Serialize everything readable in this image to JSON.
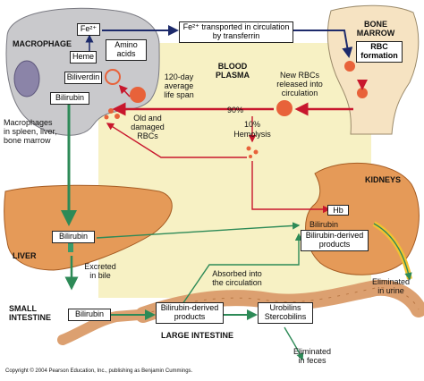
{
  "labels": {
    "macrophage": "MACROPHAGE",
    "fe": "Fe²⁺",
    "heme": "Heme",
    "amino_acids": "Amino\nacids",
    "biliverdin": "Biliverdin",
    "bilirubin_macrophage": "Bilirubin",
    "macrophage_note": "Macrophages\nin spleen, liver,\nbone marrow",
    "transferrin_box": "Fe²⁺ transported in circulation\nby transferrin",
    "bone_marrow": "BONE\nMARROW",
    "rbc_formation": "RBC\nformation",
    "blood_plasma": "BLOOD\nPLASMA",
    "life_span": "120-day\naverage\nlife span",
    "new_rbcs": "New RBCs\nreleased into\ncirculation",
    "pct_90": "90%",
    "pct_10": "10%",
    "hemolysis": "Hemolysis",
    "old_rbcs": "Old and\ndamaged\nRBCs",
    "kidneys": "KIDNEYS",
    "hb": "Hb",
    "bilirubin_kidney": "Bilirubin",
    "bilirubin_derived_kidney": "Bilirubin-derived\nproducts",
    "eliminated_urine": "Eliminated\nin urine",
    "liver": "LIVER",
    "bilirubin_liver": "Bilirubin",
    "excreted_bile": "Excreted\nin bile",
    "absorbed": "Absorbed into\nthe circulation",
    "small_intestine": "SMALL\nINTESTINE",
    "bilirubin_intestine": "Bilirubin",
    "bilirubin_derived_intestine": "Bilirubin-derived\nproducts",
    "urobilins": "Urobilins\nStercobilins",
    "large_intestine": "LARGE INTESTINE",
    "eliminated_feces": "Eliminated\nin feces",
    "copyright": "Copyright © 2004 Pearson Education, Inc., publishing as Benjamin Cummings."
  },
  "colors": {
    "plasma_bg": "#f7f1c4",
    "macrophage": "#c9c9cc",
    "nucleus": "#8b84a8",
    "bone": "#f6e3c2",
    "organ": "#e59a58",
    "intestine": "#dca070",
    "rbc": "#e8623a",
    "red_arrow": "#c8172d",
    "green_arrow": "#2d8a57",
    "navy_arrow": "#1d2a6b",
    "urine_stream": "#f1c232"
  }
}
